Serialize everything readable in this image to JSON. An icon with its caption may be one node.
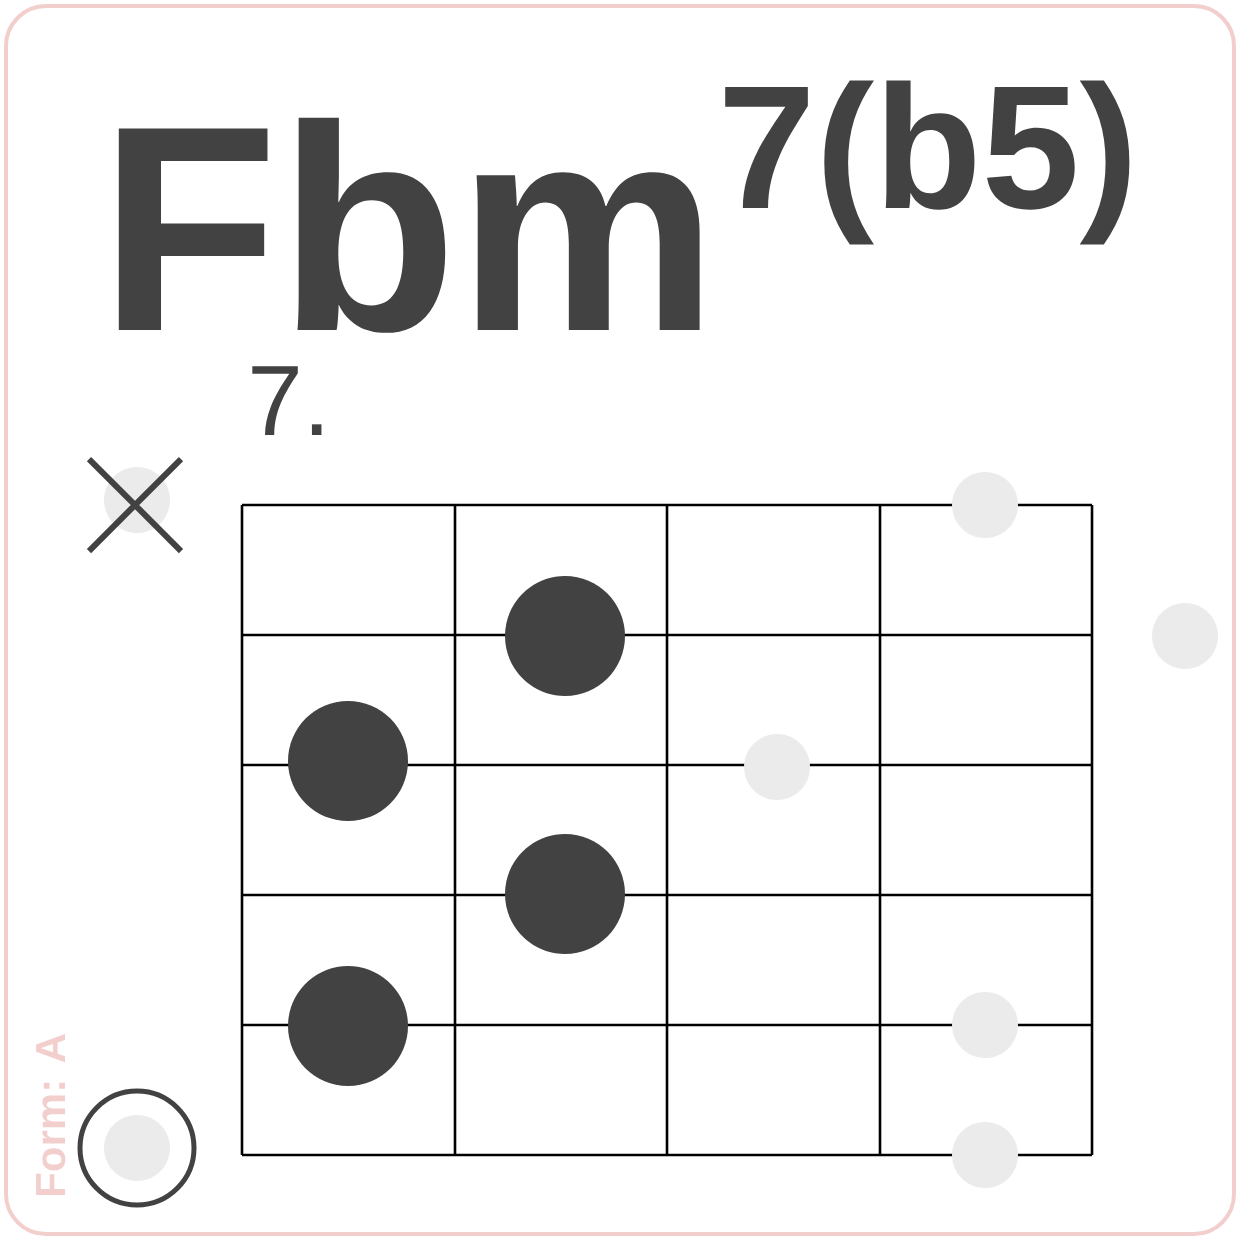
{
  "diagram": {
    "title": "Fbm$^{7(b5)}$",
    "nodes": [
      {
        "text": [],
        "shape": "cross"
      },
      {
        "text": [],
        "shape": "circle",
        "in": 0
      },
      {
        "text": [],
        "shape": "circle"
      },
      {
        "text": [],
        "shape": "circle"
      },
      {
        "text": [],
        "shape": "circle"
      },
      {
        "text": [],
        "shape": "circle"
      },
      {
        "text": [],
        "shape": "circle"
      },
      {
        "text": [],
        "shape": "circle"
      },
      {
        "text": [],
        "shape": "circle"
      },
      {
        "text": [],
        "shape": "circle"
      },
      {
        "text": [],
        "shape": "ring"
      },
      {
        "text": [],
        "shape": "circle",
        "in": 10
      },
      {
        "text": [],
        "shape": "circle"
      }
    ],
    "labels": [
      "7.",
      "Form: A"
    ]
  }
}
